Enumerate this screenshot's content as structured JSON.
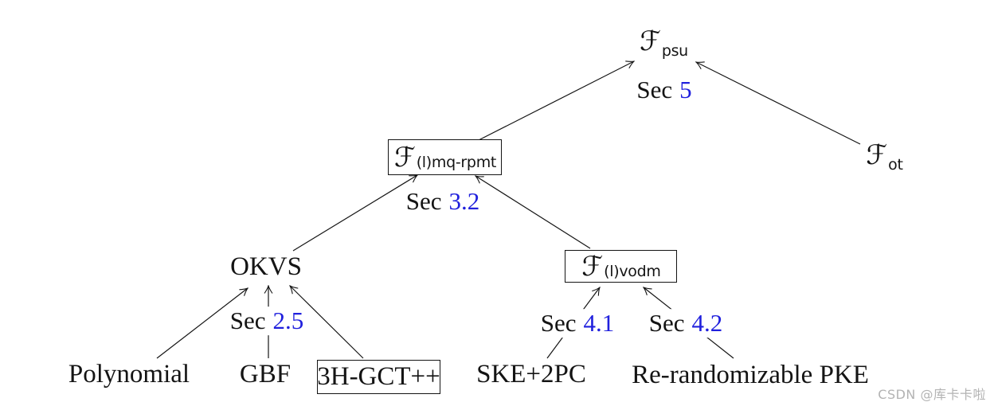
{
  "diagram": {
    "title_hint": "PSU functionality dependency tree",
    "nodes": {
      "psu": {
        "symbol": "ℱ",
        "sub": "psu"
      },
      "ot": {
        "symbol": "ℱ",
        "sub": "ot"
      },
      "mq_rpmt": {
        "symbol": "ℱ",
        "sub": "(l)mq-rpmt"
      },
      "vodm": {
        "symbol": "ℱ",
        "sub": "(l)vodm"
      },
      "okvs": {
        "label": "OKVS"
      },
      "polynomial": {
        "label": "Polynomial"
      },
      "gbf": {
        "label": "GBF"
      },
      "gct": {
        "label": "3H-GCT++"
      },
      "ske": {
        "label": "SKE+2PC"
      },
      "pke": {
        "label": "Re-randomizable PKE"
      }
    },
    "section_labels": {
      "sec5": {
        "prefix": "Sec",
        "number": "5"
      },
      "sec32": {
        "prefix": "Sec",
        "number": "3.2"
      },
      "sec25": {
        "prefix": "Sec",
        "number": "2.5"
      },
      "sec41": {
        "prefix": "Sec",
        "number": "4.1"
      },
      "sec42": {
        "prefix": "Sec",
        "number": "4.2"
      }
    },
    "colors": {
      "section_number_blue": "#2020dd",
      "line_black": "#141414",
      "watermark_gray": "#b3b3b3",
      "background": "#ffffff"
    },
    "watermark": "CSDN @库卡卡啦"
  }
}
